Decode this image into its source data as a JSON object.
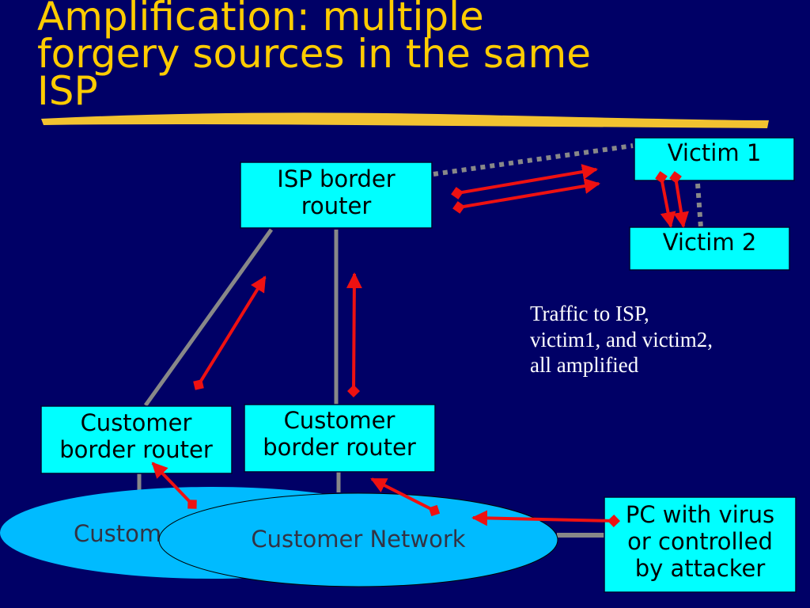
{
  "title": {
    "lines": [
      "Amplification: multiple",
      "forgery sources in the same",
      "ISP"
    ]
  },
  "colors": {
    "background": "#000066",
    "title": "#FFCC00",
    "box": "#00FFFF",
    "network": "#00BBFF",
    "arrow": "#EE1111",
    "link": "#888888"
  },
  "nodes": {
    "isp_router": [
      "ISP border",
      "router"
    ],
    "victim1": "Victim 1",
    "victim2": "Victim 2",
    "customer_router_1": [
      "Customer",
      "border router"
    ],
    "customer_router_2": [
      "Customer",
      "border router"
    ],
    "customer_network_1": "Custom",
    "customer_network_2": "Customer Network",
    "attacker_pc": [
      "PC with virus",
      "or controlled",
      "by attacker"
    ]
  },
  "note": [
    "Traffic to ISP,",
    "victim1, and victim2,",
    "all amplified"
  ]
}
